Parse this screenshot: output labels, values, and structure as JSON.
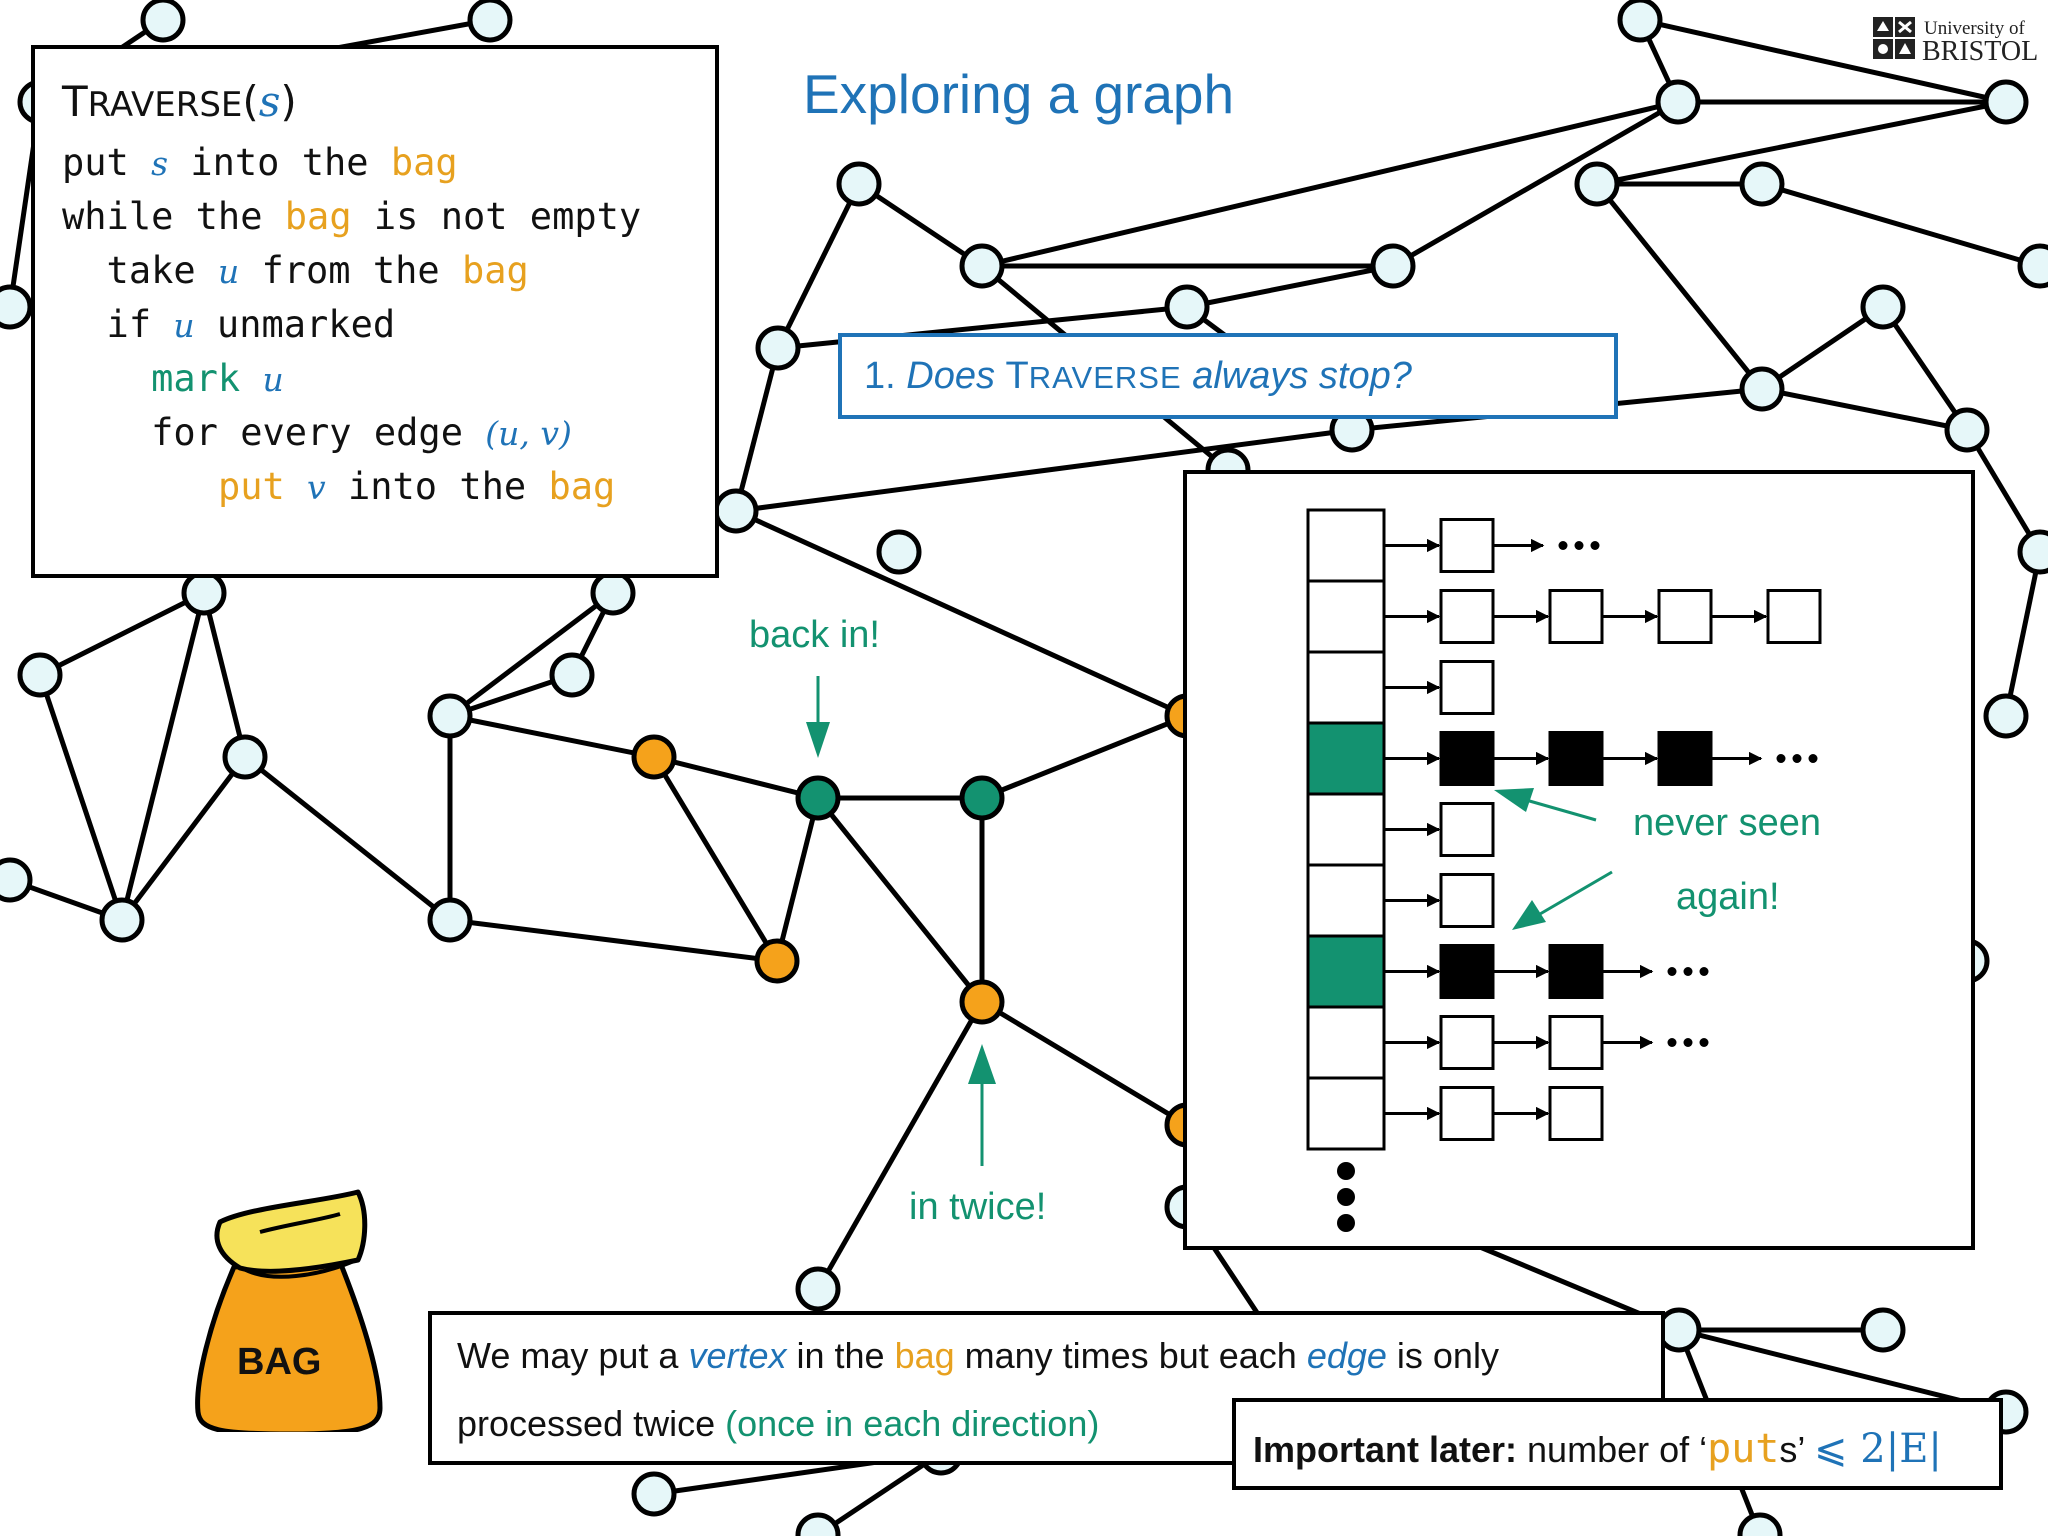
{
  "slide": {
    "title": "Exploring a graph"
  },
  "algorithm": {
    "name_first": "T",
    "name_rest": "RAVERSE",
    "name_open": "(",
    "name_param": "s",
    "name_close": ")",
    "lines": [
      {
        "parts": [
          {
            "t": "put ",
            "s": "plain"
          },
          {
            "t": "s",
            "s": "var"
          },
          {
            "t": " into the ",
            "s": "plain"
          },
          {
            "t": "bag",
            "s": "bag"
          }
        ]
      },
      {
        "parts": [
          {
            "t": "while the ",
            "s": "plain"
          },
          {
            "t": "bag",
            "s": "bag"
          },
          {
            "t": " is not empty",
            "s": "plain"
          }
        ]
      },
      {
        "parts": [
          {
            "t": "  take ",
            "s": "plain"
          },
          {
            "t": "u",
            "s": "var"
          },
          {
            "t": " from the ",
            "s": "plain"
          },
          {
            "t": "bag",
            "s": "bag"
          }
        ]
      },
      {
        "parts": [
          {
            "t": "  if ",
            "s": "plain"
          },
          {
            "t": "u",
            "s": "var"
          },
          {
            "t": " unmarked",
            "s": "plain"
          }
        ]
      },
      {
        "parts": [
          {
            "t": "    ",
            "s": "plain"
          },
          {
            "t": "mark ",
            "s": "mark"
          },
          {
            "t": "u",
            "s": "var"
          }
        ]
      },
      {
        "parts": [
          {
            "t": "    for every edge ",
            "s": "plain"
          },
          {
            "t": "(u, v)",
            "s": "var"
          }
        ]
      },
      {
        "parts": [
          {
            "t": "       ",
            "s": "plain"
          },
          {
            "t": "put ",
            "s": "bag"
          },
          {
            "t": "v",
            "s": "var"
          },
          {
            "t": " into the ",
            "s": "plain"
          },
          {
            "t": "bag",
            "s": "bag"
          }
        ]
      }
    ]
  },
  "question": {
    "number": "1.",
    "before": "Does",
    "name_first": "T",
    "name_rest": "RAVERSE",
    "after": "always stop?"
  },
  "annotations": {
    "back_in": "back in!",
    "in_twice": "in twice!",
    "never_seen": "never seen",
    "again": "again!"
  },
  "bag": {
    "label": "BAG"
  },
  "summary": {
    "l1_a": "We may put a ",
    "l1_vertex": "vertex",
    "l1_b": " in the ",
    "l1_bag": "bag",
    "l1_c": " many times but each ",
    "l1_edge": "edge",
    "l1_d": " is only",
    "l2_a": "processed twice ",
    "l2_green": "(once in each direction)"
  },
  "important": {
    "bold": "Important later:",
    "text": " number of ‘",
    "puts": "put",
    "s_quote": "s’ ",
    "math": "⩽ 2|E|"
  },
  "logo": {
    "line1": "University of",
    "line2": "BRISTOL"
  },
  "adjacency": {
    "rows": [
      {
        "fill": "white",
        "nodes": [
          "white"
        ],
        "ellipsis": true
      },
      {
        "fill": "white",
        "nodes": [
          "white",
          "white",
          "white",
          "white"
        ],
        "ellipsis": false
      },
      {
        "fill": "white",
        "nodes": [
          "white"
        ],
        "ellipsis": false
      },
      {
        "fill": "teal",
        "nodes": [
          "black",
          "black",
          "black"
        ],
        "ellipsis": true
      },
      {
        "fill": "white",
        "nodes": [
          "white"
        ],
        "ellipsis": false
      },
      {
        "fill": "white",
        "nodes": [
          "white"
        ],
        "ellipsis": false
      },
      {
        "fill": "teal",
        "nodes": [
          "black",
          "black"
        ],
        "ellipsis": true
      },
      {
        "fill": "white",
        "nodes": [
          "white",
          "white"
        ],
        "ellipsis": true
      },
      {
        "fill": "white",
        "nodes": [
          "white",
          "white"
        ],
        "ellipsis": false
      }
    ]
  },
  "colors": {
    "vertex_fill": "#e6f7f9",
    "orange": "#f5a21b",
    "teal": "#139270",
    "blue": "#1f73b7",
    "black": "#000000"
  }
}
